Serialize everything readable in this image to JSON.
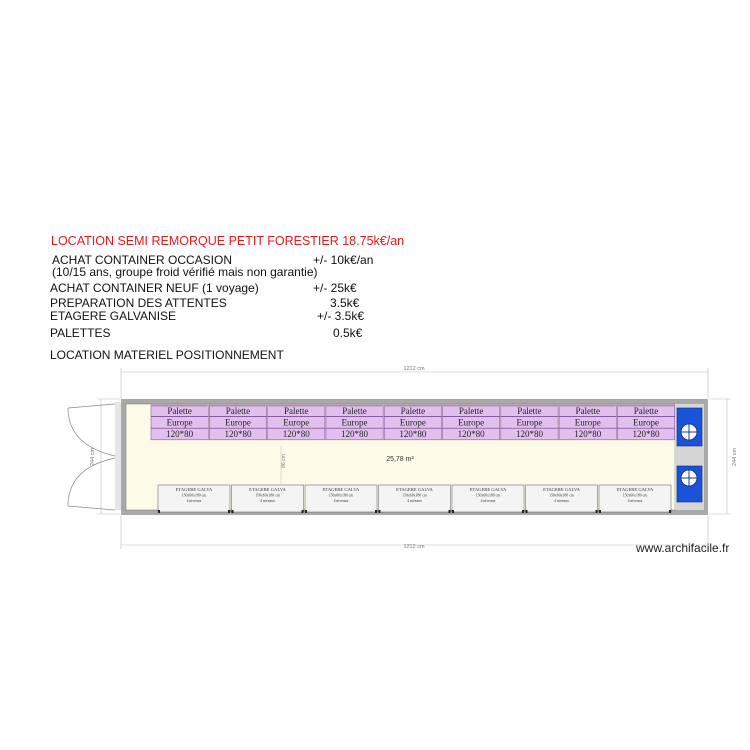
{
  "notes": {
    "title": "LOCATION SEMI REMORQUE PETIT FORESTIER  18.75k€/an",
    "lines": [
      {
        "label": "ACHAT CONTAINER OCCASION",
        "price": "+/- 10k€/an"
      },
      {
        "label": "(10/15 ans, groupe froid vérifié mais non garantie)",
        "price": ""
      },
      {
        "label": "ACHAT CONTAINER NEUF  (1 voyage)",
        "price": "+/- 25k€"
      },
      {
        "label": "PREPARATION DES ATTENTES",
        "price": "3.5k€"
      },
      {
        "label": "ETAGERE GALVANISE",
        "price": "+/- 3.5k€"
      },
      {
        "label": "PALETTES",
        "price": "0.5k€"
      }
    ],
    "footer": "LOCATION MATERIEL POSITIONNEMENT"
  },
  "plan": {
    "dim_top": "1212 cm",
    "dim_bottom": "1212 cm",
    "dim_left": "244 cm",
    "dim_right": "244 cm",
    "dim_inner": "86 cm",
    "area": "25,78 m²",
    "palette_lines": [
      "Palette",
      "Europe",
      "120*80"
    ],
    "palette_count": 9,
    "shelf_lines": [
      "ETAGERE GALVA",
      "150x60x180 cm",
      "4 niveaux"
    ],
    "shelf_count": 7
  },
  "watermark": "www.archifacile.fr",
  "colors": {
    "title_red": "#e8191a",
    "wall": "#a9a9a9",
    "floor": "#fcfbe8",
    "palette_fill": "#e2c0ee",
    "unit_blue": "#1a52d8"
  }
}
